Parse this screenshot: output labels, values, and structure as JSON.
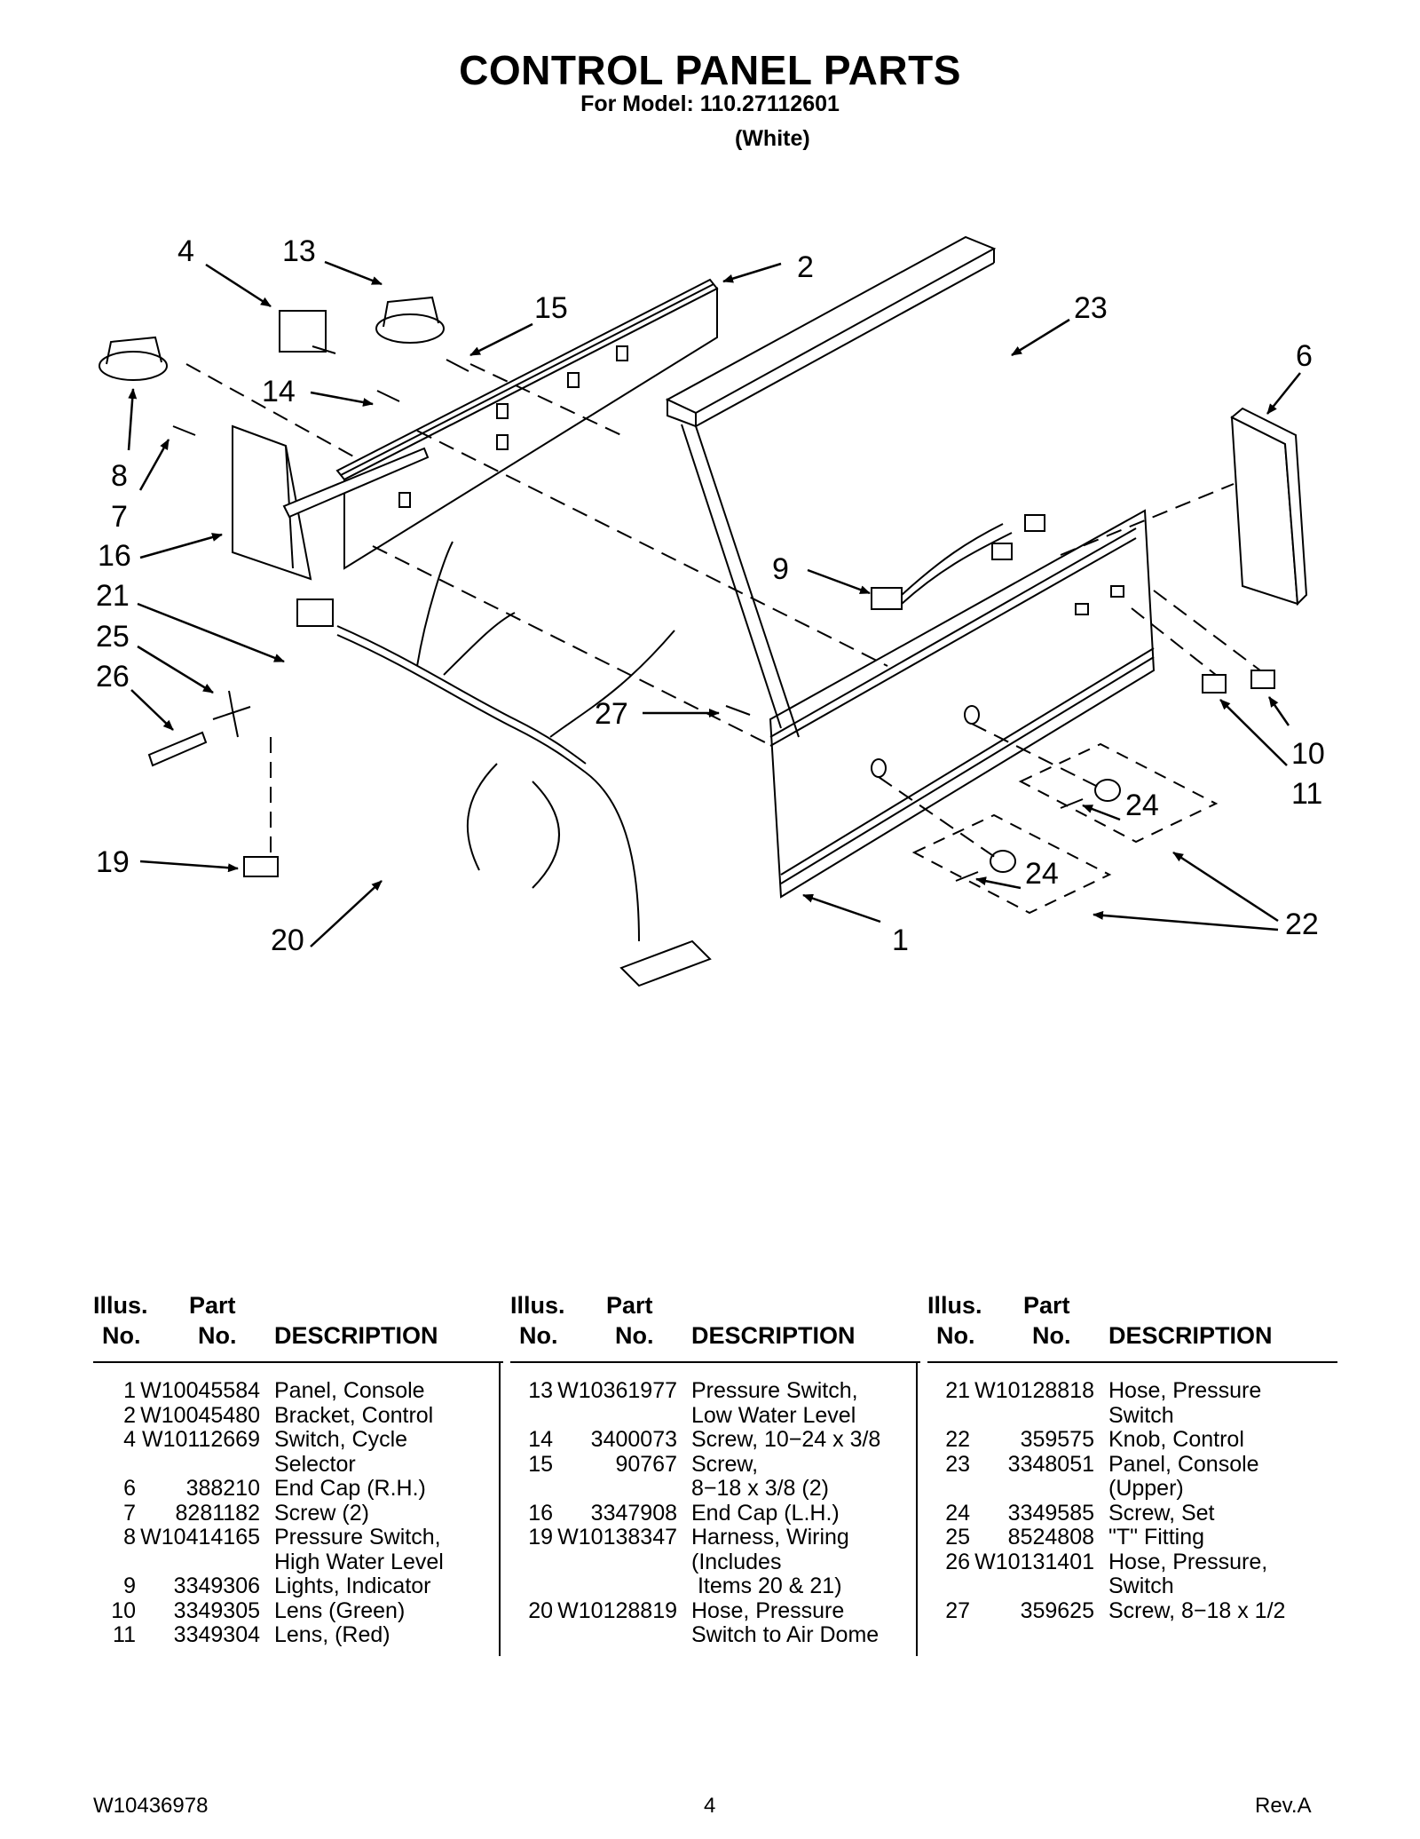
{
  "header": {
    "title": "CONTROL PANEL PARTS",
    "model_line": "For Model: 110.27112601",
    "color_line": "(White)"
  },
  "diagram": {
    "callouts": [
      "4",
      "13",
      "2",
      "15",
      "23",
      "6",
      "14",
      "8",
      "7",
      "16",
      "21",
      "25",
      "26",
      "9",
      "27",
      "10",
      "11",
      "24",
      "24",
      "22",
      "19",
      "20",
      "1"
    ]
  },
  "table": {
    "header": {
      "illus_1": "Illus.",
      "illus_2": "No.",
      "part_1": "Part",
      "part_2": "No.",
      "desc": "DESCRIPTION"
    },
    "columns": [
      [
        {
          "no": "1",
          "part": "W10045584",
          "desc": [
            "Panel, Console"
          ]
        },
        {
          "no": "2",
          "part": "W10045480",
          "desc": [
            "Bracket, Control"
          ]
        },
        {
          "no": "4",
          "part": "W10112669",
          "desc": [
            "Switch, Cycle",
            "Selector"
          ]
        },
        {
          "no": "6",
          "part": "388210",
          "desc": [
            "End Cap (R.H.)"
          ]
        },
        {
          "no": "7",
          "part": "8281182",
          "desc": [
            "Screw (2)"
          ]
        },
        {
          "no": "8",
          "part": "W10414165",
          "desc": [
            "Pressure Switch,",
            "High Water Level"
          ]
        },
        {
          "no": "9",
          "part": "3349306",
          "desc": [
            "Lights, Indicator"
          ]
        },
        {
          "no": "10",
          "part": "3349305",
          "desc": [
            "Lens (Green)"
          ]
        },
        {
          "no": "11",
          "part": "3349304",
          "desc": [
            "Lens, (Red)"
          ]
        }
      ],
      [
        {
          "no": "13",
          "part": "W10361977",
          "desc": [
            "Pressure Switch,",
            "Low Water Level"
          ]
        },
        {
          "no": "14",
          "part": "3400073",
          "desc": [
            "Screw, 10−24 x 3/8"
          ]
        },
        {
          "no": "15",
          "part": "90767",
          "desc": [
            "Screw,",
            "8−18 x 3/8 (2)"
          ]
        },
        {
          "no": "16",
          "part": "3347908",
          "desc": [
            "End Cap (L.H.)"
          ]
        },
        {
          "no": "19",
          "part": "W10138347",
          "desc": [
            "Harness, Wiring",
            "(Includes",
            " Items 20 & 21)"
          ]
        },
        {
          "no": "20",
          "part": "W10128819",
          "desc": [
            "Hose, Pressure",
            "Switch to Air Dome"
          ]
        }
      ],
      [
        {
          "no": "21",
          "part": "W10128818",
          "desc": [
            "Hose, Pressure",
            "Switch"
          ]
        },
        {
          "no": "22",
          "part": "359575",
          "desc": [
            "Knob, Control"
          ]
        },
        {
          "no": "23",
          "part": "3348051",
          "desc": [
            "Panel, Console",
            "(Upper)"
          ]
        },
        {
          "no": "24",
          "part": "3349585",
          "desc": [
            "Screw, Set"
          ]
        },
        {
          "no": "25",
          "part": "8524808",
          "desc": [
            "\"T\" Fitting"
          ]
        },
        {
          "no": "26",
          "part": "W10131401",
          "desc": [
            "Hose, Pressure,",
            "Switch"
          ]
        },
        {
          "no": "27",
          "part": "359625",
          "desc": [
            "Screw, 8−18 x 1/2"
          ]
        }
      ]
    ]
  },
  "footer": {
    "doc_number": "W10436978",
    "page": "4",
    "revision": "Rev.A"
  }
}
